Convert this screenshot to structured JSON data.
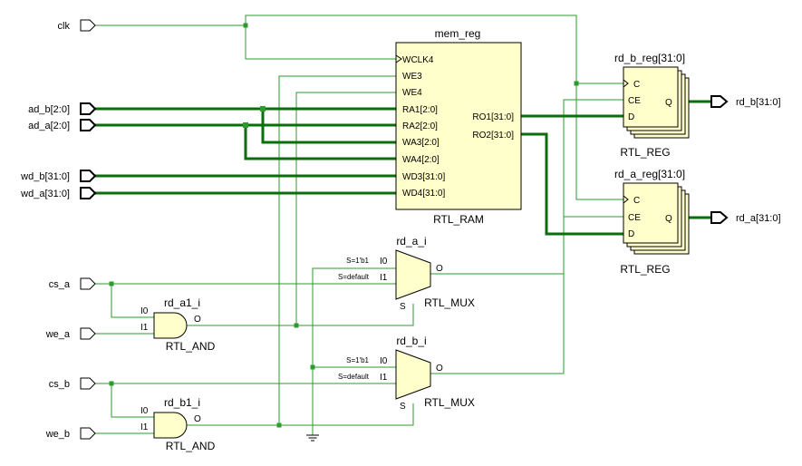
{
  "ports_in": {
    "clk": "clk",
    "ad_b": "ad_b[2:0]",
    "ad_a": "ad_a[2:0]",
    "wd_b": "wd_b[31:0]",
    "wd_a": "wd_a[31:0]",
    "cs_a": "cs_a",
    "we_a": "we_a",
    "cs_b": "cs_b",
    "we_b": "we_b"
  },
  "ports_out": {
    "rd_b": "rd_b[31:0]",
    "rd_a": "rd_a[31:0]"
  },
  "mem": {
    "name": "mem_reg",
    "type": "RTL_RAM",
    "pins_in": [
      "WCLK4",
      "WE3",
      "WE4",
      "RA1[2:0]",
      "RA2[2:0]",
      "WA3[2:0]",
      "WA4[2:0]",
      "WD3[31:0]",
      "WD4[31:0]"
    ],
    "pins_out": [
      "RO1[31:0]",
      "RO2[31:0]"
    ]
  },
  "reg_b": {
    "name": "rd_b_reg[31:0]",
    "type": "RTL_REG",
    "pins": {
      "c": "C",
      "ce": "CE",
      "d": "D",
      "q": "Q"
    }
  },
  "reg_a": {
    "name": "rd_a_reg[31:0]",
    "type": "RTL_REG",
    "pins": {
      "c": "C",
      "ce": "CE",
      "d": "D",
      "q": "Q"
    }
  },
  "mux_a": {
    "name": "rd_a_i",
    "type": "RTL_MUX",
    "sel0": "S=1'b1",
    "sel1": "S=default",
    "i0": "I0",
    "i1": "I1",
    "o": "O",
    "s": "S"
  },
  "mux_b": {
    "name": "rd_b_i",
    "type": "RTL_MUX",
    "sel0": "S=1'b1",
    "sel1": "S=default",
    "i0": "I0",
    "i1": "I1",
    "o": "O",
    "s": "S"
  },
  "and_a": {
    "name": "rd_a1_i",
    "type": "RTL_AND",
    "i0": "I0",
    "i1": "I1",
    "o": "O"
  },
  "and_b": {
    "name": "rd_b1_i",
    "type": "RTL_AND",
    "i0": "I0",
    "i1": "I1",
    "o": "O"
  }
}
